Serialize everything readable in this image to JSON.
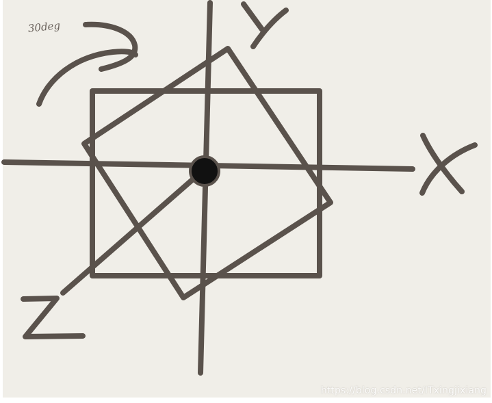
{
  "annotation": {
    "rotation_label": "30deg"
  },
  "axes": {
    "x_label": "X",
    "y_label": "Y",
    "z_label": "Z"
  },
  "watermark": "https://blog.csdn.net/ITxingjixiang",
  "colors": {
    "background": "#f0eee8",
    "ink": "#5a524c",
    "origin_dot": "#111111"
  }
}
